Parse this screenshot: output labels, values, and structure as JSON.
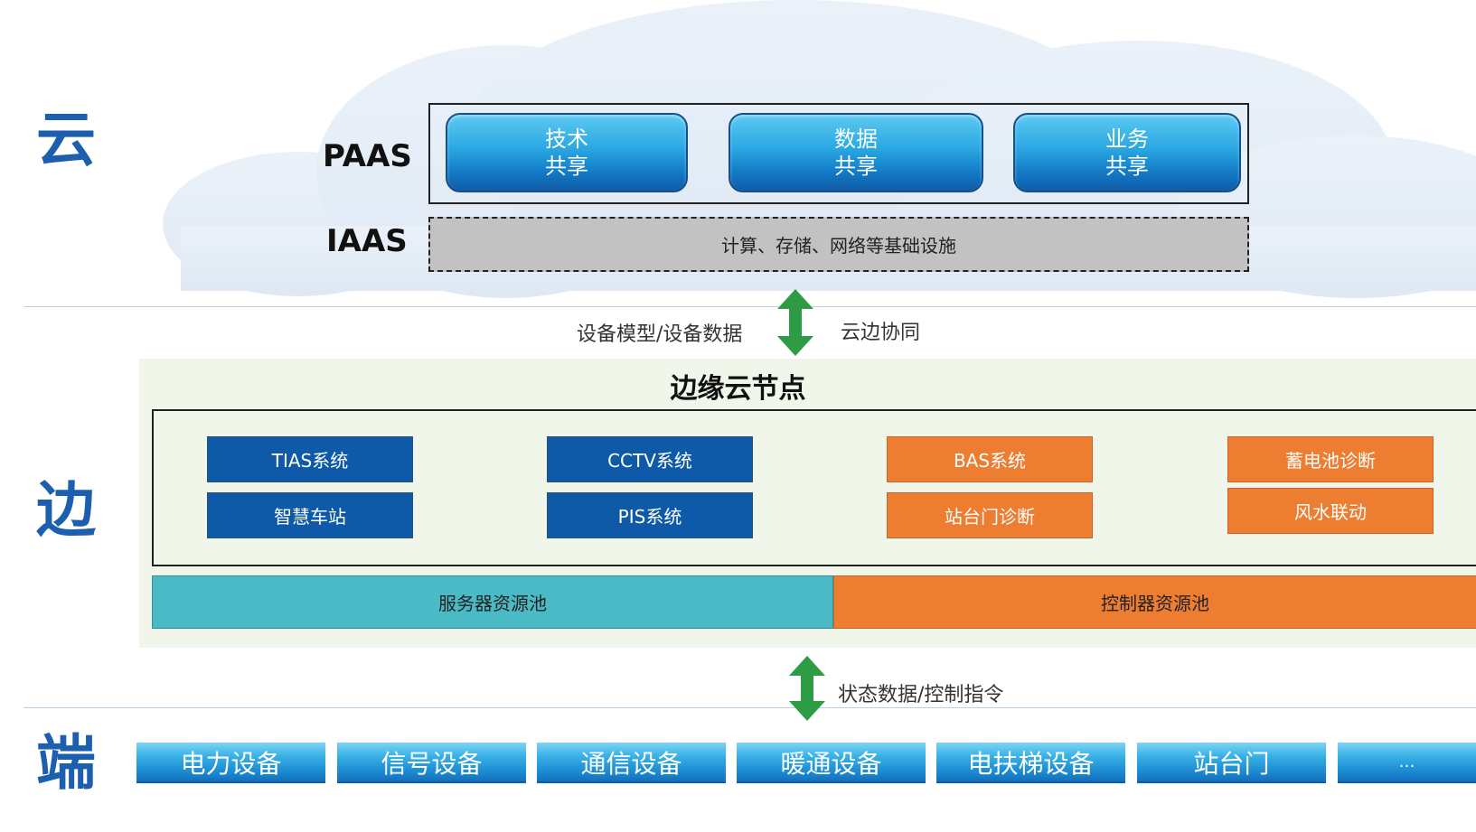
{
  "tiers": {
    "cloud": "云",
    "edge": "边",
    "end": "端"
  },
  "cloud": {
    "paas_label": "PAAS",
    "iaas_label": "IAAS",
    "paas_items": [
      {
        "line1": "技术",
        "line2": "共享"
      },
      {
        "line1": "数据",
        "line2": "共享"
      },
      {
        "line1": "业务",
        "line2": "共享"
      }
    ],
    "iaas_text": "计算、存储、网络等基础设施"
  },
  "cloud_edge_flow": {
    "left_text": "设备模型/设备数据",
    "right_text": "云边协同"
  },
  "edge": {
    "title": "边缘云节点",
    "systems_blue": [
      "TIAS系统",
      "智慧车站",
      "CCTV系统",
      "PIS系统"
    ],
    "systems_orange": [
      "BAS系统",
      "站台门诊断",
      "蓄电池诊断",
      "风水联动"
    ],
    "server_pool": "服务器资源池",
    "controller_pool": "控制器资源池"
  },
  "edge_end_flow": {
    "text": "状态数据/控制指令"
  },
  "devices": [
    "电力设备",
    "信号设备",
    "通信设备",
    "暖通设备",
    "电扶梯设备",
    "站台门",
    "…"
  ],
  "colors": {
    "tier_label": "#1b5fae",
    "arrow": "#2e9c45",
    "blue_system": "#0e5aa8",
    "orange_system": "#ed7d31",
    "server_pool": "#4bbac7",
    "controller_pool": "#ed7d31",
    "iaas_fill": "#c2c2c2",
    "edge_panel": "#f1f6ea"
  }
}
